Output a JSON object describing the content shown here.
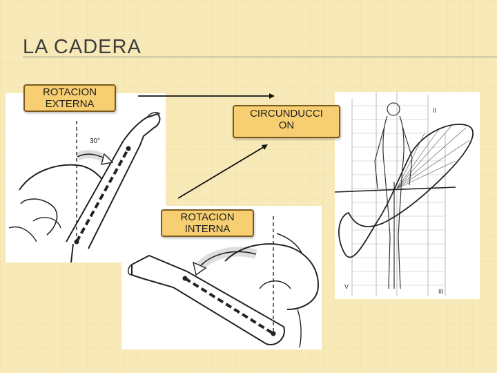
{
  "slide": {
    "title": "LA CADERA"
  },
  "labels": {
    "external": "ROTACION EXTERNA",
    "circumduction": "CIRCUNDUCCI ON",
    "internal": "ROTACION INTERNA"
  },
  "figures": {
    "external_angle": "30°",
    "roman_ii": "II",
    "roman_v": "V",
    "roman_iii": "III"
  },
  "colors": {
    "background": "#f7e9b8",
    "label_fill": "#f7cf72",
    "label_border": "#7b5a1d"
  },
  "icons": [
    "external-rotation-drawing",
    "internal-rotation-drawing",
    "circumduction-drawing",
    "arrow-right-icon",
    "arrow-up-right-icon"
  ]
}
